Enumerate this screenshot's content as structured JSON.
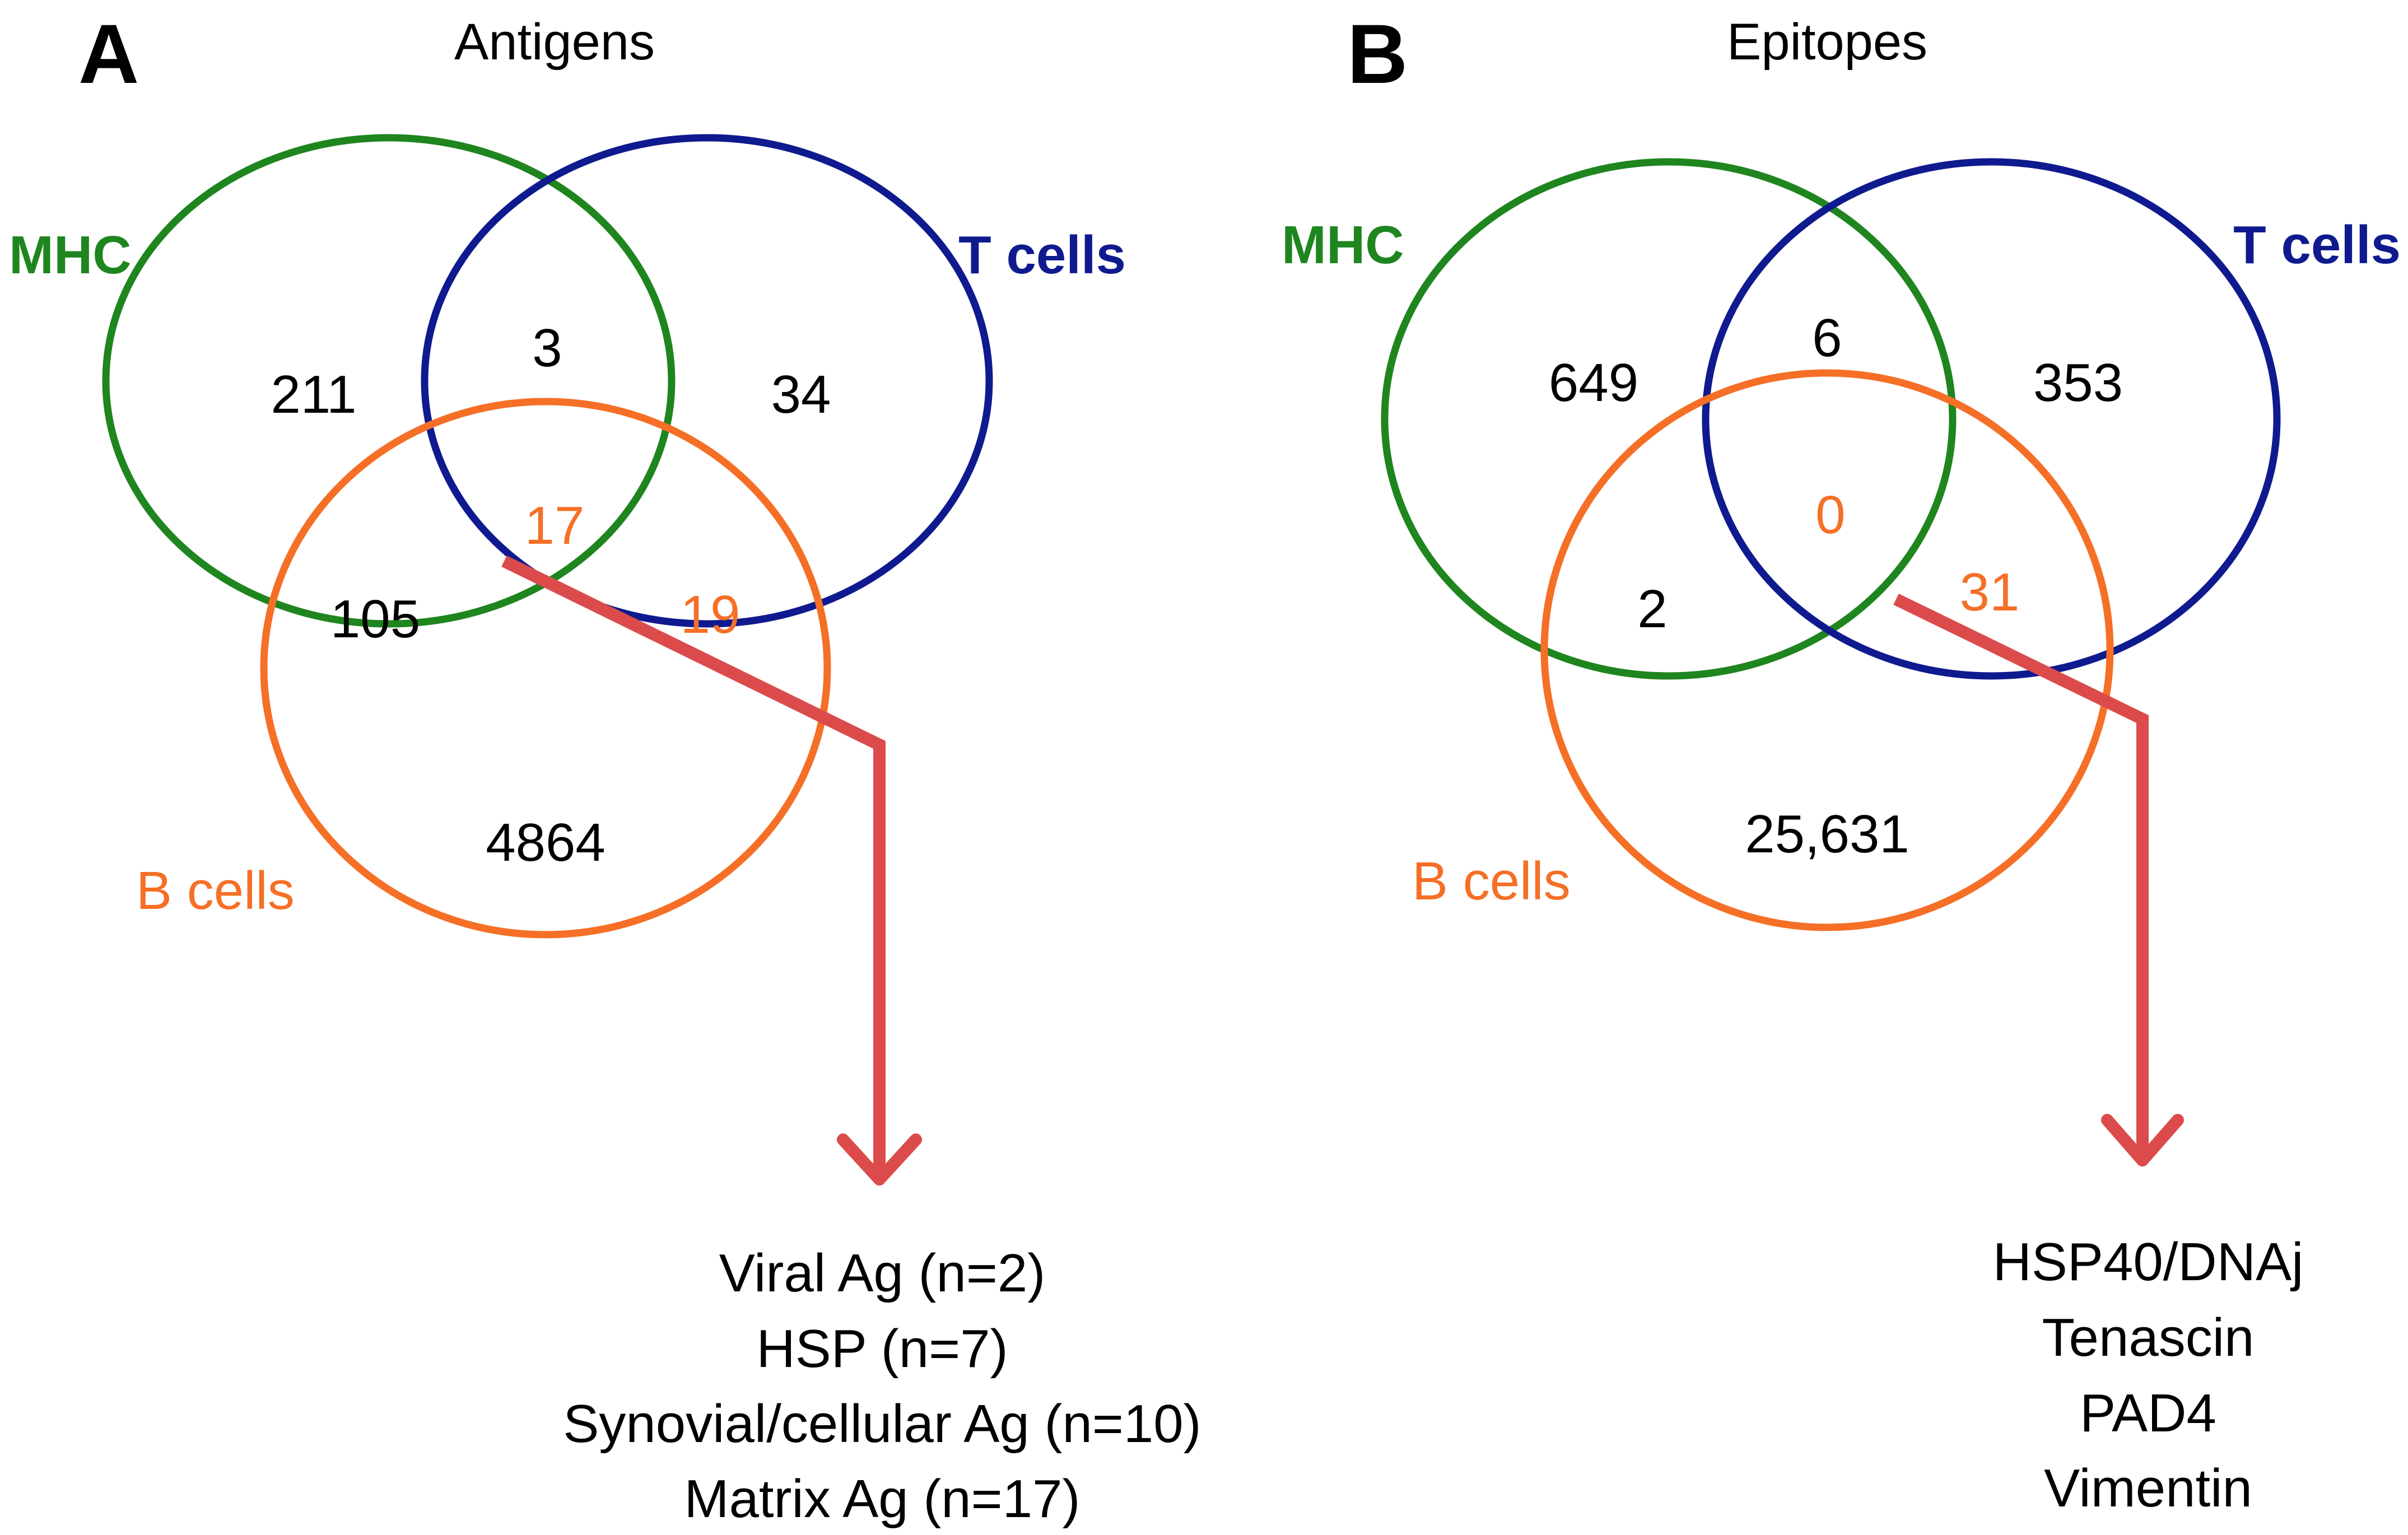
{
  "colors": {
    "mhc": "#1f851f",
    "tcells": "#0f1a8f",
    "bcells": "#f56f26",
    "arrow": "#dc4b4b",
    "text": "#000000"
  },
  "panels": [
    {
      "letter": "A",
      "title": "Antigens",
      "sets": {
        "mhc": "MHC",
        "tcells": "T cells",
        "bcells": "B cells"
      },
      "regions": {
        "mhc_only": "211",
        "mhc_t": "3",
        "t_only": "34",
        "all_three": "17",
        "mhc_b": "105",
        "t_b": "19",
        "b_only": "4864"
      },
      "highlight": [
        "all_three",
        "t_b"
      ],
      "arrow_list": [
        "Viral Ag (n=2)",
        "HSP (n=7)",
        "Synovial/cellular Ag (n=10)",
        "Matrix Ag (n=17)"
      ]
    },
    {
      "letter": "B",
      "title": "Epitopes",
      "sets": {
        "mhc": "MHC",
        "tcells": "T cells",
        "bcells": "B cells"
      },
      "regions": {
        "mhc_only": "649",
        "mhc_t": "6",
        "t_only": "353",
        "all_three": "0",
        "mhc_b": "2",
        "t_b": "31",
        "b_only": "25,631"
      },
      "highlight": [
        "all_three",
        "t_b"
      ],
      "arrow_list": [
        "HSP40/DNAj",
        "Tenascin",
        "PAD4",
        "Vimentin"
      ]
    }
  ]
}
